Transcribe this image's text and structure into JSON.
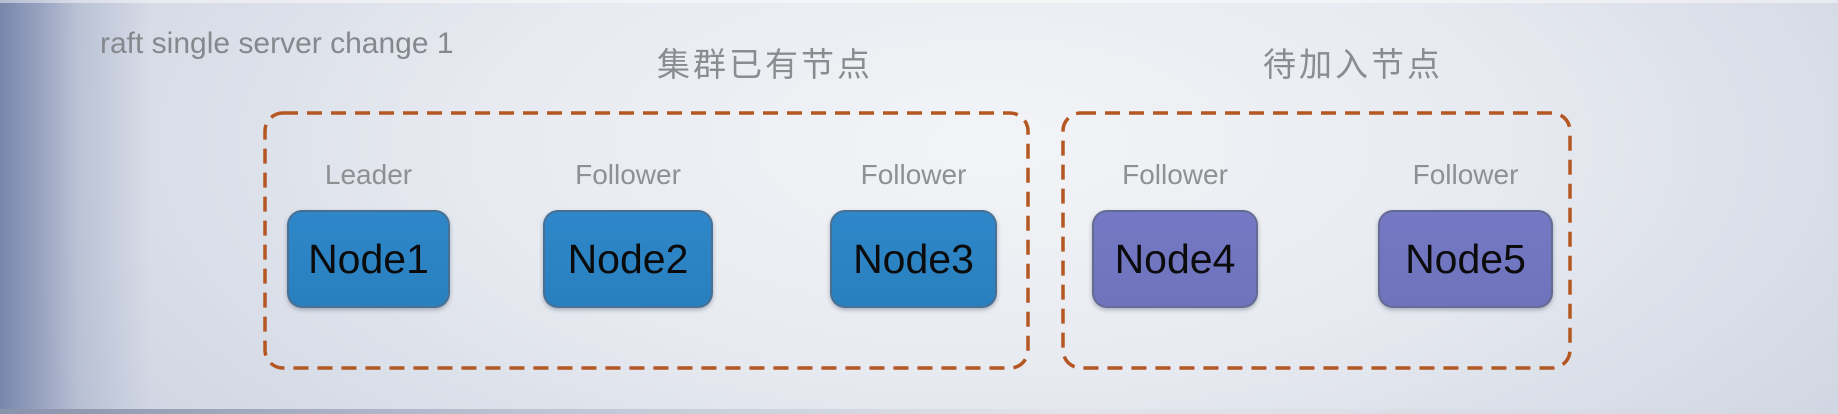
{
  "title": "raft single server change 1",
  "groups": {
    "existing": {
      "label": "集群已有节点"
    },
    "joining": {
      "label": "待加入节点"
    }
  },
  "nodes": [
    {
      "name": "Node1",
      "role": "Leader",
      "group": "existing"
    },
    {
      "name": "Node2",
      "role": "Follower",
      "group": "existing"
    },
    {
      "name": "Node3",
      "role": "Follower",
      "group": "existing"
    },
    {
      "name": "Node4",
      "role": "Follower",
      "group": "joining"
    },
    {
      "name": "Node5",
      "role": "Follower",
      "group": "joining"
    }
  ],
  "colors": {
    "existing_node_fill": "#2E87C9",
    "joining_node_fill": "#7579C5",
    "group_border": "#B45722",
    "label_text": "#8A8C90",
    "node_text": "#0B0B0C"
  }
}
